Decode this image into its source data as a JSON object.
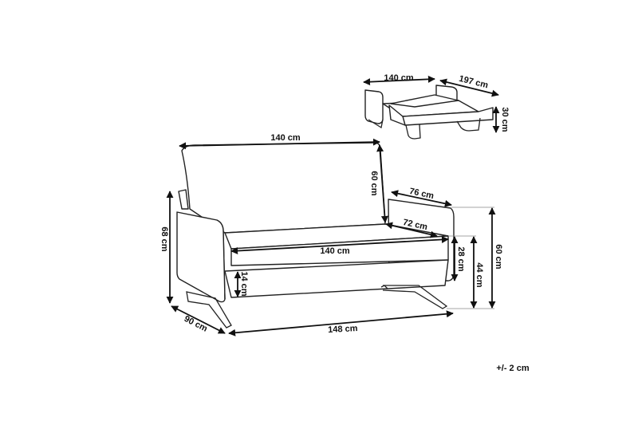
{
  "dimensions": {
    "bed_width": "140 cm",
    "bed_length": "197 cm",
    "bed_height": "30 cm",
    "back_width": "140 cm",
    "back_height": "60 cm",
    "arm_depth": "76 cm",
    "seat_depth": "72 cm",
    "seat_width": "140 cm",
    "arm_height_seat": "28 cm",
    "seat_height": "44 cm",
    "arm_height": "60 cm",
    "total_height": "68 cm",
    "clearance": "14 cm",
    "depth": "90 cm",
    "total_width": "148 cm"
  },
  "tolerance": "+/- 2 cm"
}
